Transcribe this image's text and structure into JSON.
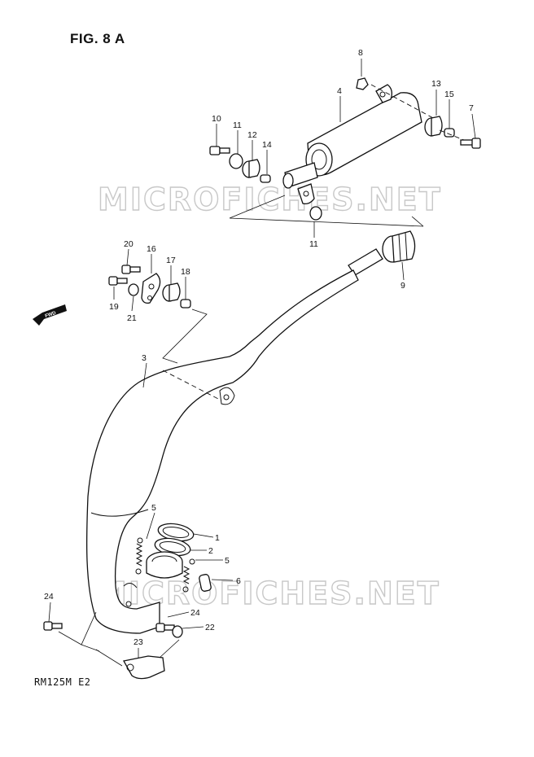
{
  "figure_title": "FIG. 8 A",
  "model_code": "RM125M  E2",
  "watermark_text": "MICROFICHES.NET",
  "fwd_label": "FWD",
  "callouts": {
    "c1": "1",
    "c2": "2",
    "c3": "3",
    "c4": "4",
    "c5a": "5",
    "c5b": "5",
    "c6": "6",
    "c7": "7",
    "c8": "8",
    "c9": "9",
    "c10": "10",
    "c11a": "11",
    "c11b": "11",
    "c12": "12",
    "c13": "13",
    "c14": "14",
    "c15": "15",
    "c16": "16",
    "c17": "17",
    "c18": "18",
    "c19": "19",
    "c20": "20",
    "c21": "21",
    "c22": "22",
    "c23": "23",
    "c24a": "24",
    "c24b": "24"
  },
  "colors": {
    "line": "#111111",
    "watermark": "#c8c8c8",
    "background": "#ffffff"
  }
}
